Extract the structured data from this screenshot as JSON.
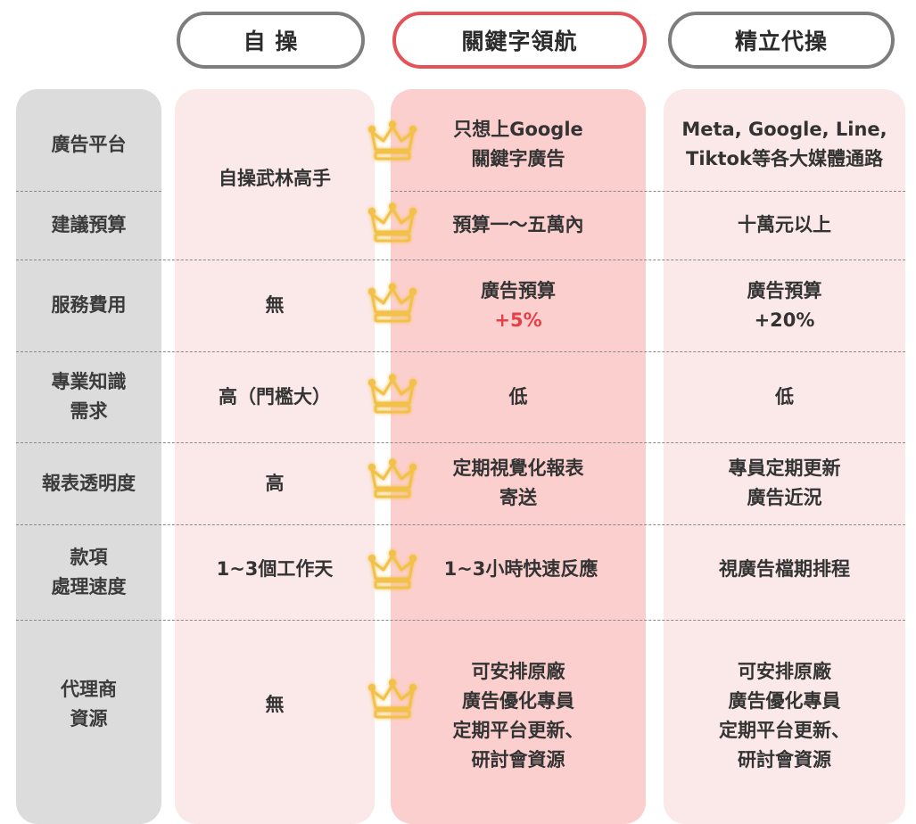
{
  "header": {
    "self": "自 操",
    "keyword": "關鍵字領航",
    "pro": "精立代操"
  },
  "rows": [
    {
      "label": "廣告平台",
      "self": "自操武林高手",
      "keyword": "只想上Google\n關鍵字廣告",
      "pro": "Meta, Google, Line,\nTiktok等各大媒體通路"
    },
    {
      "label": "建議預算",
      "keyword": "預算一～五萬內",
      "pro": "十萬元以上"
    },
    {
      "label": "服務費用",
      "self": "無",
      "keyword": "廣告預算",
      "keyword_accent": "+5%",
      "pro": "廣告預算\n+20%"
    },
    {
      "label": "專業知識\n需求",
      "self": "高（門檻大）",
      "keyword": "低",
      "pro": "低"
    },
    {
      "label": "報表透明度",
      "self": "高",
      "keyword": "定期視覺化報表\n寄送",
      "pro": "專員定期更新\n廣告近況"
    },
    {
      "label": "款項\n處理速度",
      "self": "1~3個工作天",
      "keyword": "1~3小時快速反應",
      "pro": "視廣告檔期排程"
    },
    {
      "label": "代理商\n資源",
      "self": "無",
      "keyword": "可安排原廠\n廣告優化專員\n定期平台更新、\n研討會資源",
      "pro": "可安排原廠\n廣告優化專員\n定期平台更新、\n研討會資源"
    }
  ],
  "icons": {
    "crown": "crown-icon"
  },
  "colors": {
    "accent": "#e5404a",
    "highlight_column": "#fccfcf",
    "pale_column": "#fbe9e9",
    "label_column": "#dcdcdc",
    "crown_gold": "#f2c14a"
  }
}
